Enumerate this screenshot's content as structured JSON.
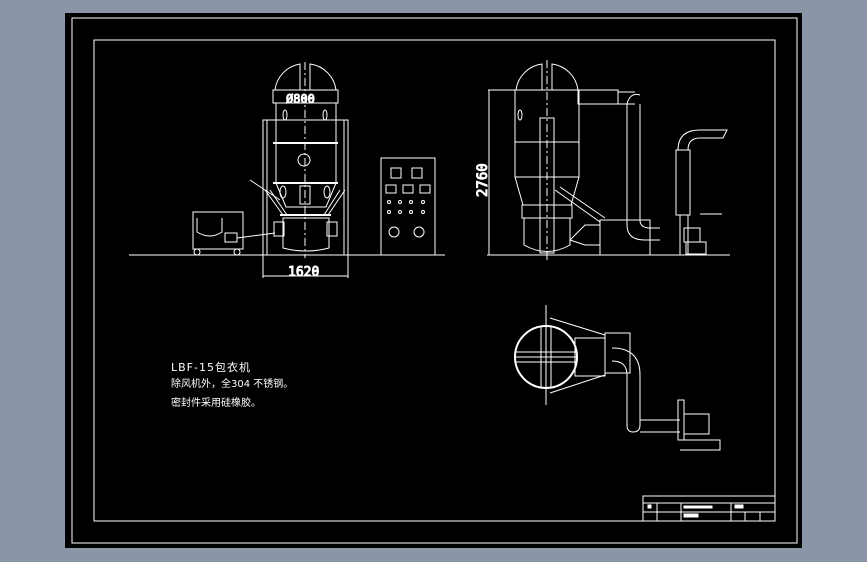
{
  "drawing": {
    "background": "#000000",
    "line_color": "#ffffff",
    "dimensions": {
      "diameter": "Ø800",
      "width": "1620",
      "height": "2760"
    },
    "notes": {
      "title": "LBF-15包衣机",
      "line1": "除风机外，全304 不锈钢。",
      "line2": "密封件采用硅橡胶。"
    }
  }
}
